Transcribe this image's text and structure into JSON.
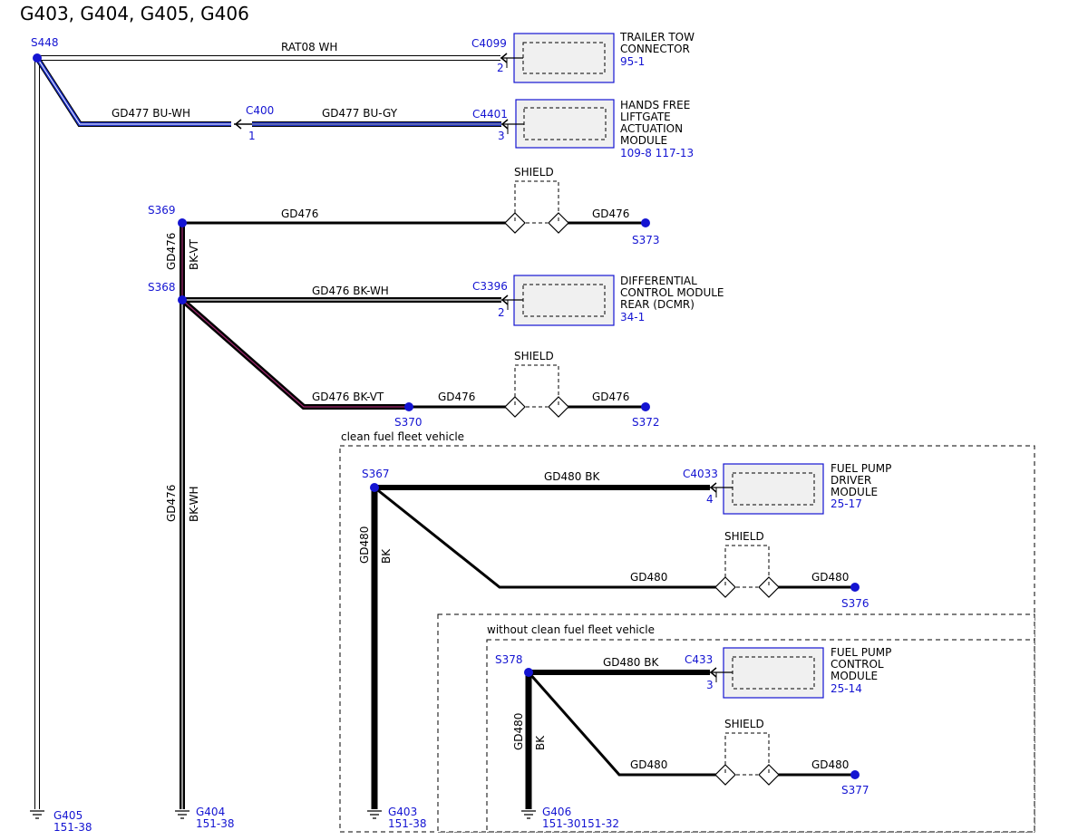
{
  "title": "G403, G404, G405, G406",
  "colors": {
    "ref": "#1414d2",
    "wire": "#000000",
    "bu": "#1e32c8",
    "vt": "#a0286e",
    "box_fill": "#f0f0f0"
  },
  "splices": {
    "s448": "S448",
    "s369": "S369",
    "s368": "S368",
    "s373": "S373",
    "s370": "S370",
    "s372": "S372",
    "s367": "S367",
    "s376": "S376",
    "s378": "S378",
    "s377": "S377"
  },
  "connectors": {
    "c4099": {
      "name": "C4099",
      "pin": "2"
    },
    "c400": {
      "name": "C400",
      "pin": "1"
    },
    "c4401": {
      "name": "C4401",
      "pin": "3"
    },
    "c3396": {
      "name": "C3396",
      "pin": "2"
    },
    "c4033": {
      "name": "C4033",
      "pin": "4"
    },
    "c433": {
      "name": "C433",
      "pin": "3"
    }
  },
  "wires": {
    "rat08": "RAT08  WH",
    "gd477_buwh": "GD477  BU-WH",
    "gd477_bugy": "GD477  BU-GY",
    "gd476_top": "GD476",
    "gd476_top_right": "GD476",
    "gd476_vert1_id": "GD476",
    "gd476_vert1_color": "BK-VT",
    "gd476_bkwh": "GD476  BK-WH",
    "gd476_bkvt": "GD476  BK-VT",
    "gd476_mid": "GD476",
    "gd476_right2": "GD476",
    "gd476_vert2_id": "GD476",
    "gd476_vert2_color": "BK-WH",
    "gd480_bk_top": "GD480  BK",
    "gd480_vert1_id": "GD480",
    "gd480_vert1_color": "BK",
    "gd480_diag1": "GD480",
    "gd480_right1": "GD480",
    "gd480_bk_2": "GD480  BK",
    "gd480_vert2_id": "GD480",
    "gd480_vert2_color": "BK",
    "gd480_diag2": "GD480",
    "gd480_right2": "GD480"
  },
  "shields": {
    "s1": "SHIELD",
    "s2": "SHIELD",
    "s3": "SHIELD",
    "s4": "SHIELD"
  },
  "components": {
    "trailer": {
      "lines": [
        "TRAILER TOW",
        "CONNECTOR"
      ],
      "ref": "95-1"
    },
    "liftgate": {
      "lines": [
        "HANDS FREE",
        "LIFTGATE",
        "ACTUATION",
        "MODULE"
      ],
      "ref": "109-8  117-13"
    },
    "dcmr": {
      "lines": [
        "DIFFERENTIAL",
        "CONTROL MODULE",
        "REAR (DCMR)"
      ],
      "ref": "34-1"
    },
    "fpdm": {
      "lines": [
        "FUEL PUMP",
        "DRIVER",
        "MODULE"
      ],
      "ref": "25-17"
    },
    "fpcm": {
      "lines": [
        "FUEL PUMP",
        "CONTROL",
        "MODULE"
      ],
      "ref": "25-14"
    }
  },
  "regions": {
    "clean": "clean fuel fleet vehicle",
    "without": "without clean fuel fleet vehicle"
  },
  "grounds": {
    "g405": {
      "name": "G405",
      "ref": "151-38"
    },
    "g404": {
      "name": "G404",
      "ref": "151-38"
    },
    "g403": {
      "name": "G403",
      "ref": "151-38"
    },
    "g406": {
      "name": "G406",
      "ref": "151-30151-32"
    }
  }
}
